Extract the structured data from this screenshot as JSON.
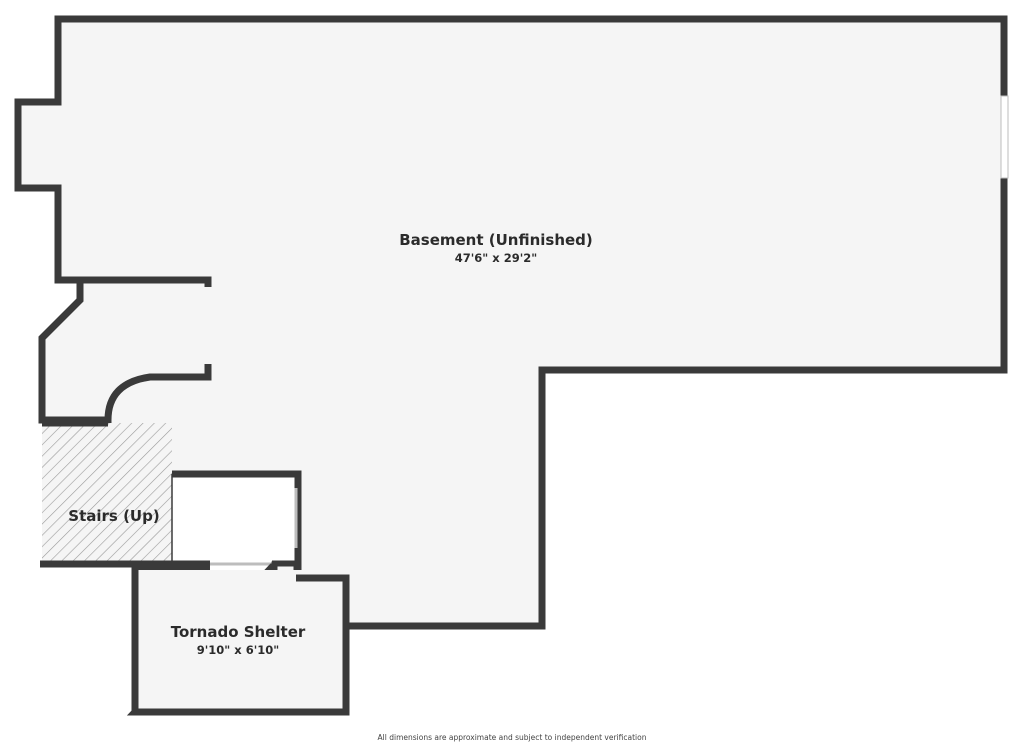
{
  "rooms": {
    "basement": {
      "name": "Basement (Unfinished)",
      "dimensions": "47'6\" x 29'2\""
    },
    "stairs": {
      "name": "Stairs (Up)"
    },
    "shelter": {
      "name": "Tornado Shelter",
      "dimensions": "9'10\" x 6'10\""
    }
  },
  "footnote": "All dimensions are approximate and subject to independent verification",
  "colors": {
    "wall": "#3a3a3a",
    "floor": "#f5f5f5",
    "hatch": "#9a9a9a"
  }
}
